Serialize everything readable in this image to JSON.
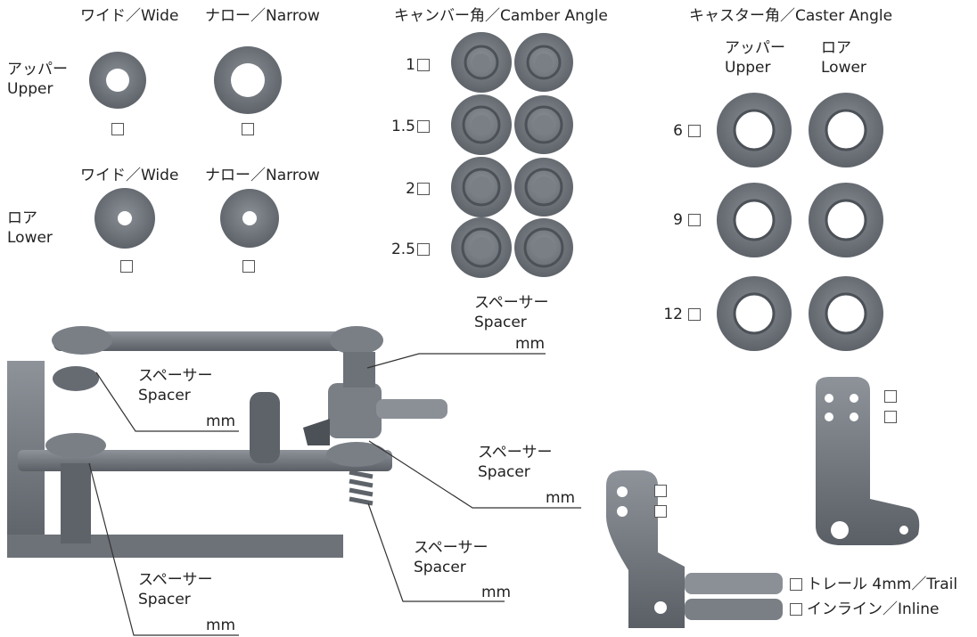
{
  "colors": {
    "part_fill": "#6d7279",
    "part_dark": "#4c5158",
    "part_light": "#9a9fa6",
    "line": "#333333",
    "text": "#222222"
  },
  "camber_spacer": {
    "headers": {
      "wide": "ワイド／Wide",
      "narrow": "ナロー／Narrow"
    },
    "upper": {
      "jp": "アッパー",
      "en": "Upper"
    },
    "lower": {
      "jp": "ロア",
      "en": "Lower"
    }
  },
  "camber_angle": {
    "title": "キャンバー角／Camber Angle",
    "options": [
      "1",
      "1.5",
      "2",
      "2.5"
    ],
    "caption": {
      "jp": "スペーサー",
      "en": "Spacer"
    }
  },
  "caster_angle": {
    "title": "キャスター角／Caster Angle",
    "upper": {
      "jp": "アッパー",
      "en": "Upper"
    },
    "lower": {
      "jp": "ロア",
      "en": "Lower"
    },
    "options": [
      "6",
      "9",
      "12"
    ]
  },
  "assembly": {
    "callouts": [
      {
        "jp": "スペーサー",
        "en": "Spacer",
        "unit": "mm"
      },
      {
        "jp": "スペーサー",
        "en": "Spacer",
        "unit": "mm"
      },
      {
        "jp": "スペーサー",
        "en": "Spacer",
        "unit": "mm"
      },
      {
        "jp": "スペーサー",
        "en": "Spacer",
        "unit": "mm"
      }
    ],
    "top_unit": "mm"
  },
  "knuckle_options": {
    "trail": "トレール 4mm／Trail",
    "inline": "インライン／Inline"
  }
}
